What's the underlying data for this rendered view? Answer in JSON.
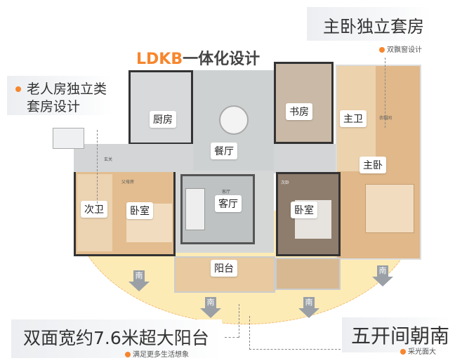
{
  "headline_master": {
    "title": "主卧独立套房",
    "subtitle": "双飘窗设计"
  },
  "headline_ldkb": {
    "accent": "LDKB",
    "rest": "一体化设计"
  },
  "headline_elder": {
    "line1": "老人房独立类",
    "line2": "套房设计"
  },
  "headline_balcony": {
    "title": "双面宽约7.6米超大阳台",
    "subtitle": "满足更多生活想象"
  },
  "headline_south": {
    "title": "五开间朝南",
    "subtitle": "采光面大"
  },
  "rooms": {
    "kitchen": "厨房",
    "dining": "餐厅",
    "study": "书房",
    "master_bath": "主卫",
    "master_bedroom": "主卧",
    "second_bath": "次卫",
    "bedroom_left": "卧室",
    "living": "客厅",
    "bedroom_mid": "卧室",
    "balcony": "阳台"
  },
  "small_labels": {
    "entry": "玄关",
    "parents": "父母房",
    "living_small": "客厅",
    "second_bedroom": "次卧",
    "cloakroom": "衣帽间"
  },
  "compass": [
    "南",
    "南",
    "南",
    "南"
  ],
  "colors": {
    "accent": "#f7862d",
    "sun": "#fde9b0",
    "floor_gray": "#c9cccd",
    "wood": "#e0b88a"
  }
}
